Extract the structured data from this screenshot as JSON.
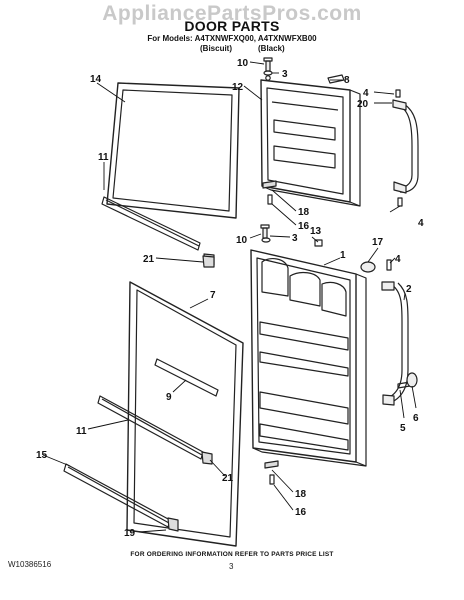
{
  "watermark": "AppliancePartsPros.com",
  "header": {
    "title": "DOOR PARTS",
    "models_line": "For Models: A4TXNWFXQ00, A4TXNWFXB00",
    "variant_1": "(Biscuit)",
    "variant_2": "(Black)"
  },
  "callouts": {
    "c1": "1",
    "c2": "2",
    "c3a": "3",
    "c3b": "3",
    "c4a": "4",
    "c4b": "4",
    "c4c": "4",
    "c5": "5",
    "c6": "6",
    "c7": "7",
    "c8": "8",
    "c9": "9",
    "c10a": "10",
    "c10b": "10",
    "c11a": "11",
    "c11b": "11",
    "c12": "12",
    "c13": "13",
    "c14": "14",
    "c15": "15",
    "c16a": "16",
    "c16b": "16",
    "c17": "17",
    "c18a": "18",
    "c18b": "18",
    "c19": "19",
    "c20": "20",
    "c21a": "21",
    "c21b": "21"
  },
  "footer": {
    "ordering_note": "FOR ORDERING INFORMATION REFER TO PARTS PRICE LIST",
    "doc_number": "W10386516",
    "page_number": "3"
  }
}
